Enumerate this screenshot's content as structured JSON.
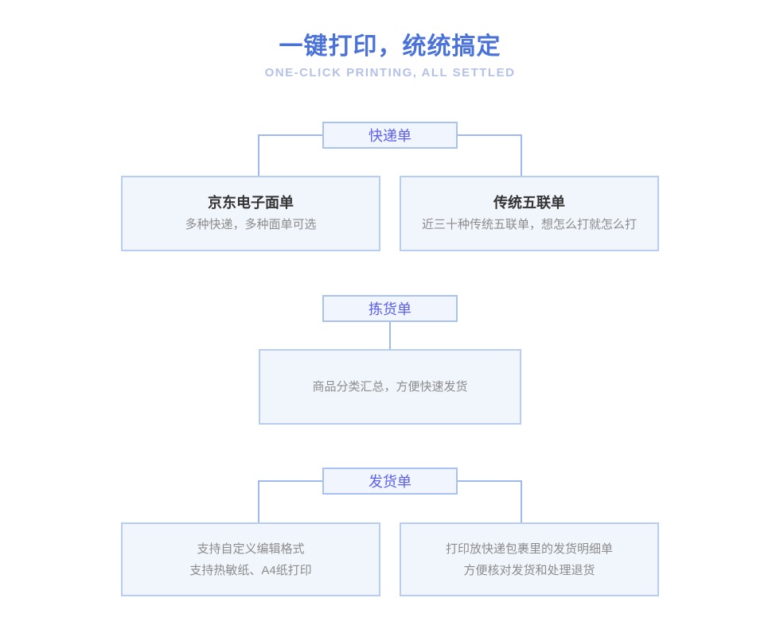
{
  "page": {
    "title": "一键打印，统统搞定",
    "subtitle": "ONE-CLICK PRINTING, ALL SETTLED"
  },
  "colors": {
    "title": "#4a72d8",
    "subtitle": "#b5c2e6",
    "label_text": "#5c5ff0",
    "label_border": "#a9c2f2",
    "label_fill": "#f0f5fe",
    "box_border": "#b7cdf1",
    "box_fill": "#f1f6fd",
    "connector": "#9fb8ee",
    "heading": "#333333",
    "subtext": "#8c8c8c"
  },
  "sections": [
    {
      "label": "快递单",
      "children": [
        {
          "heading": "京东电子面单",
          "lines": [
            "多种快递，多种面单可选"
          ]
        },
        {
          "heading": "传统五联单",
          "lines": [
            "近三十种传统五联单，想怎么打就怎么打"
          ]
        }
      ]
    },
    {
      "label": "拣货单",
      "children": [
        {
          "heading": "",
          "lines": [
            "商品分类汇总，方便快速发货"
          ]
        }
      ]
    },
    {
      "label": "发货单",
      "children": [
        {
          "heading": "",
          "lines": [
            "支持自定义编辑格式",
            "支持热敏纸、A4纸打印"
          ]
        },
        {
          "heading": "",
          "lines": [
            "打印放快递包裹里的发货明细单",
            "方便核对发货和处理退货"
          ]
        }
      ]
    }
  ]
}
